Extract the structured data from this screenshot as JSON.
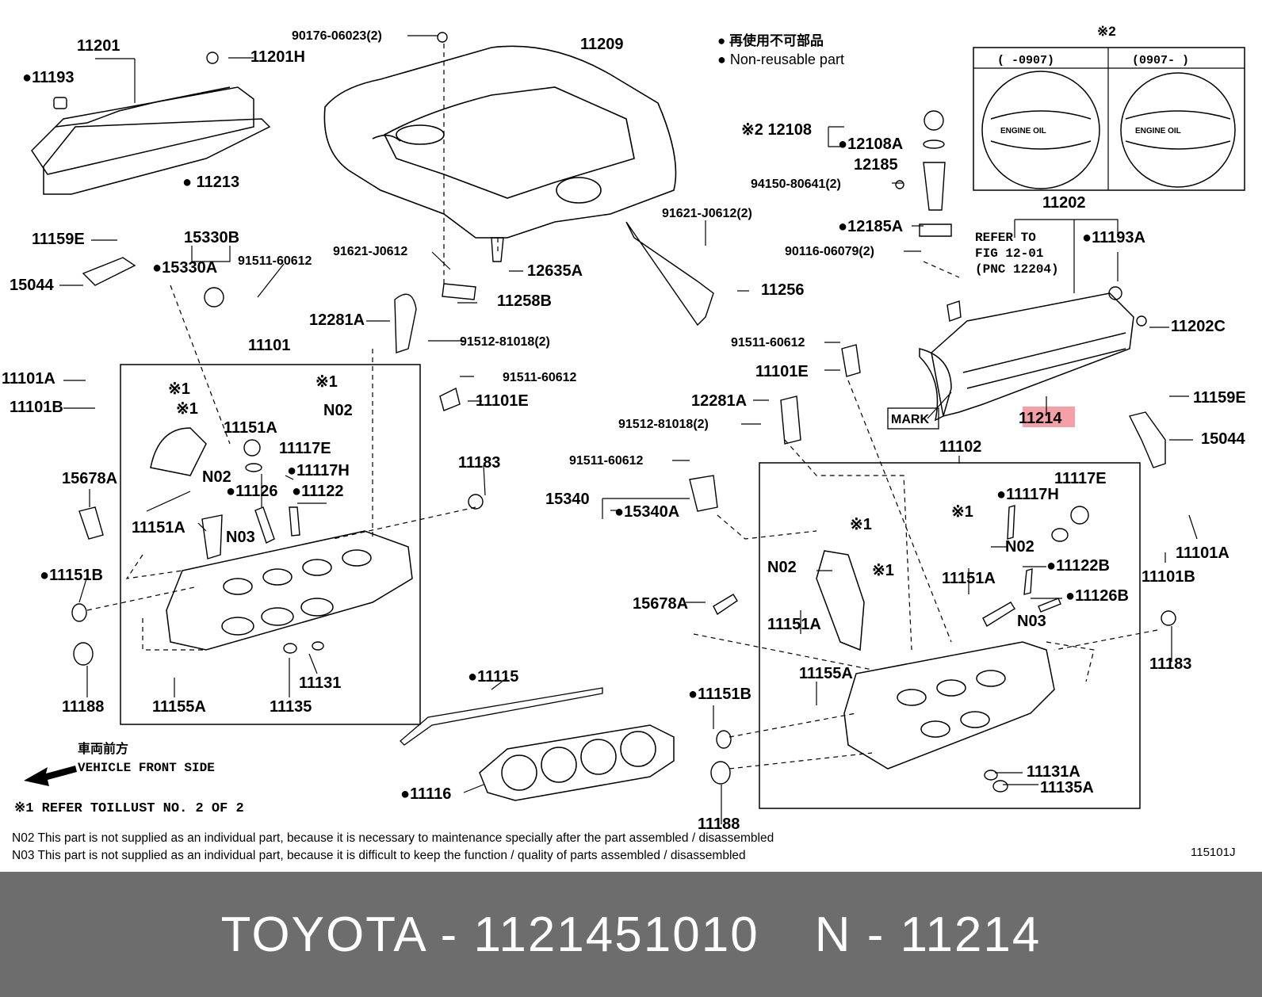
{
  "legend": {
    "jp": "● 再使用不可部品",
    "en": "● Non-reusable part"
  },
  "cap_box": {
    "mark": "※2",
    "col_left": "(      -0907)",
    "col_right": "(0907-       )",
    "cap_text": "ENGINE OIL"
  },
  "labels": [
    {
      "id": "11201",
      "text": "11201"
    },
    {
      "id": "11193",
      "text": "●11193"
    },
    {
      "id": "11201H",
      "text": "11201H"
    },
    {
      "id": "11213",
      "text": "● 11213"
    },
    {
      "id": "90176",
      "text": "90176-06023(2)"
    },
    {
      "id": "11209",
      "text": "11209"
    },
    {
      "id": "12108",
      "text": "※2 12108"
    },
    {
      "id": "12108A",
      "text": "●12108A"
    },
    {
      "id": "12185",
      "text": "12185"
    },
    {
      "id": "94150",
      "text": "94150-80641(2)"
    },
    {
      "id": "11202",
      "text": "11202"
    },
    {
      "id": "12185A",
      "text": "●12185A"
    },
    {
      "id": "90116",
      "text": "90116-06079(2)"
    },
    {
      "id": "refer1",
      "text": "REFER TO"
    },
    {
      "id": "refer2",
      "text": "FIG 12-01"
    },
    {
      "id": "refer3",
      "text": "(PNC 12204)"
    },
    {
      "id": "11193A",
      "text": "●11193A"
    },
    {
      "id": "11202C",
      "text": "11202C"
    },
    {
      "id": "11159E_l",
      "text": "11159E"
    },
    {
      "id": "15330B",
      "text": "15330B"
    },
    {
      "id": "15044_l",
      "text": "15044"
    },
    {
      "id": "15330A",
      "text": "●15330A"
    },
    {
      "id": "91511a",
      "text": "91511-60612"
    },
    {
      "id": "91621a",
      "text": "91621-J0612"
    },
    {
      "id": "12635A",
      "text": "12635A"
    },
    {
      "id": "91621b",
      "text": "91621-J0612(2)"
    },
    {
      "id": "11258B",
      "text": "11258B"
    },
    {
      "id": "11256",
      "text": "11256"
    },
    {
      "id": "12281A_a",
      "text": "12281A"
    },
    {
      "id": "91512a",
      "text": "91512-81018(2)"
    },
    {
      "id": "91511b",
      "text": "91511-60612"
    },
    {
      "id": "11101E_r",
      "text": "11101E"
    },
    {
      "id": "11101",
      "text": "11101"
    },
    {
      "id": "11101A_l",
      "text": "11101A"
    },
    {
      "id": "11101B_l",
      "text": "11101B"
    },
    {
      "id": "91511c",
      "text": "91511-60612"
    },
    {
      "id": "11101E_m",
      "text": "11101E"
    },
    {
      "id": "mark",
      "text": "MARK"
    },
    {
      "id": "11214",
      "text": "11214"
    },
    {
      "id": "11159E_r",
      "text": "11159E"
    },
    {
      "id": "15044_r",
      "text": "15044"
    },
    {
      "id": "12281A_b",
      "text": "12281A"
    },
    {
      "id": "91512b",
      "text": "91512-81018(2)"
    },
    {
      "id": "11102",
      "text": "11102"
    },
    {
      "id": "x1a",
      "text": "※1"
    },
    {
      "id": "x1b",
      "text": "※1"
    },
    {
      "id": "x1c",
      "text": "※1"
    },
    {
      "id": "N02a",
      "text": "N02"
    },
    {
      "id": "11151A_a",
      "text": "11151A"
    },
    {
      "id": "11117E_l",
      "text": "11117E"
    },
    {
      "id": "N02b",
      "text": "N02"
    },
    {
      "id": "11117H_l",
      "text": "●11117H"
    },
    {
      "id": "11126_l",
      "text": "●11126"
    },
    {
      "id": "11122_l",
      "text": "●11122"
    },
    {
      "id": "15678A_l",
      "text": "15678A"
    },
    {
      "id": "11183_l",
      "text": "11183"
    },
    {
      "id": "91511d",
      "text": "91511-60612"
    },
    {
      "id": "15340",
      "text": "15340"
    },
    {
      "id": "15340A",
      "text": "●15340A"
    },
    {
      "id": "11151A_b",
      "text": "11151A"
    },
    {
      "id": "N03a",
      "text": "N03"
    },
    {
      "id": "11151B_l",
      "text": "●11151B"
    },
    {
      "id": "11188_l",
      "text": "11188"
    },
    {
      "id": "11155A_l",
      "text": "11155A"
    },
    {
      "id": "11131_l",
      "text": "11131"
    },
    {
      "id": "11135_l",
      "text": "11135"
    },
    {
      "id": "11115",
      "text": "●11115"
    },
    {
      "id": "11116",
      "text": "●11116"
    },
    {
      "id": "11117E_r",
      "text": "11117E"
    },
    {
      "id": "11117H_r",
      "text": "●11117H"
    },
    {
      "id": "x1d",
      "text": "※1"
    },
    {
      "id": "N02c",
      "text": "N02"
    },
    {
      "id": "11101A_r",
      "text": "11101A"
    },
    {
      "id": "11101B_r",
      "text": "11101B"
    },
    {
      "id": "11151A_c",
      "text": "11151A"
    },
    {
      "id": "11122B",
      "text": "●11122B"
    },
    {
      "id": "N02d",
      "text": "N02"
    },
    {
      "id": "x1e",
      "text": "※1"
    },
    {
      "id": "x1f",
      "text": "※1"
    },
    {
      "id": "11126B",
      "text": "●11126B"
    },
    {
      "id": "15678A_r",
      "text": "15678A"
    },
    {
      "id": "11151A_d",
      "text": "11151A"
    },
    {
      "id": "N03b",
      "text": "N03"
    },
    {
      "id": "11183_r",
      "text": "11183"
    },
    {
      "id": "11155A_r",
      "text": "11155A"
    },
    {
      "id": "11151B_r",
      "text": "●11151B"
    },
    {
      "id": "11131A",
      "text": "11131A"
    },
    {
      "id": "11135A",
      "text": "11135A"
    },
    {
      "id": "11188_r",
      "text": "11188"
    }
  ],
  "front": {
    "jp": "車両前方",
    "en": "VEHICLE FRONT SIDE"
  },
  "refer_note": "※1 REFER TOILLUST NO. 2 OF 2",
  "notes": [
    "N02  This part is not supplied as an individual part, because it is necessary to maintenance specially after the part assembled / disassembled",
    "N03  This part is not supplied as an individual part, because it is difficult to keep the function / quality of parts  assembled / disassembled"
  ],
  "illust_no": "115101J",
  "highlight_color": "#f4a0a6",
  "footer": {
    "brand_part": "TOYOTA - 1121451010",
    "pnc": "N - 11214"
  }
}
